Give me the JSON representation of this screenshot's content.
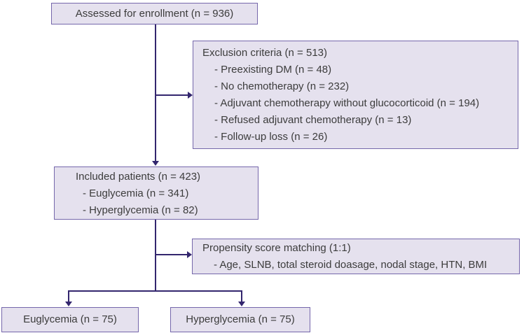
{
  "colors": {
    "background": "#ffffff",
    "box_fill": "#e5e1ee",
    "box_border": "#7567ab",
    "connector": "#33266e",
    "text": "#3c3c3c"
  },
  "boxes": {
    "assessed": {
      "label": "Assessed for enrollment (n = 936)"
    },
    "exclusion": {
      "title": "Exclusion criteria (n = 513)",
      "items": [
        "- Preexisting DM (n = 48)",
        "- No chemotherapy (n = 232)",
        "- Adjuvant chemotherapy without glucocorticoid (n = 194)",
        "- Refused adjuvant chemotherapy (n = 13)",
        "- Follow-up loss (n = 26)"
      ]
    },
    "included": {
      "title": "Included patients (n = 423)",
      "items": [
        "- Euglycemia (n = 341)",
        "- Hyperglycemia (n = 82)"
      ]
    },
    "propensity": {
      "title": "Propensity score matching (1:1)",
      "items": [
        "- Age, SLNB, total steroid doasage, nodal stage, HTN, BMI"
      ]
    },
    "euglycemia": {
      "label": "Euglycemia (n = 75)"
    },
    "hyperglycemia": {
      "label": "Hyperglycemia (n = 75)"
    }
  }
}
